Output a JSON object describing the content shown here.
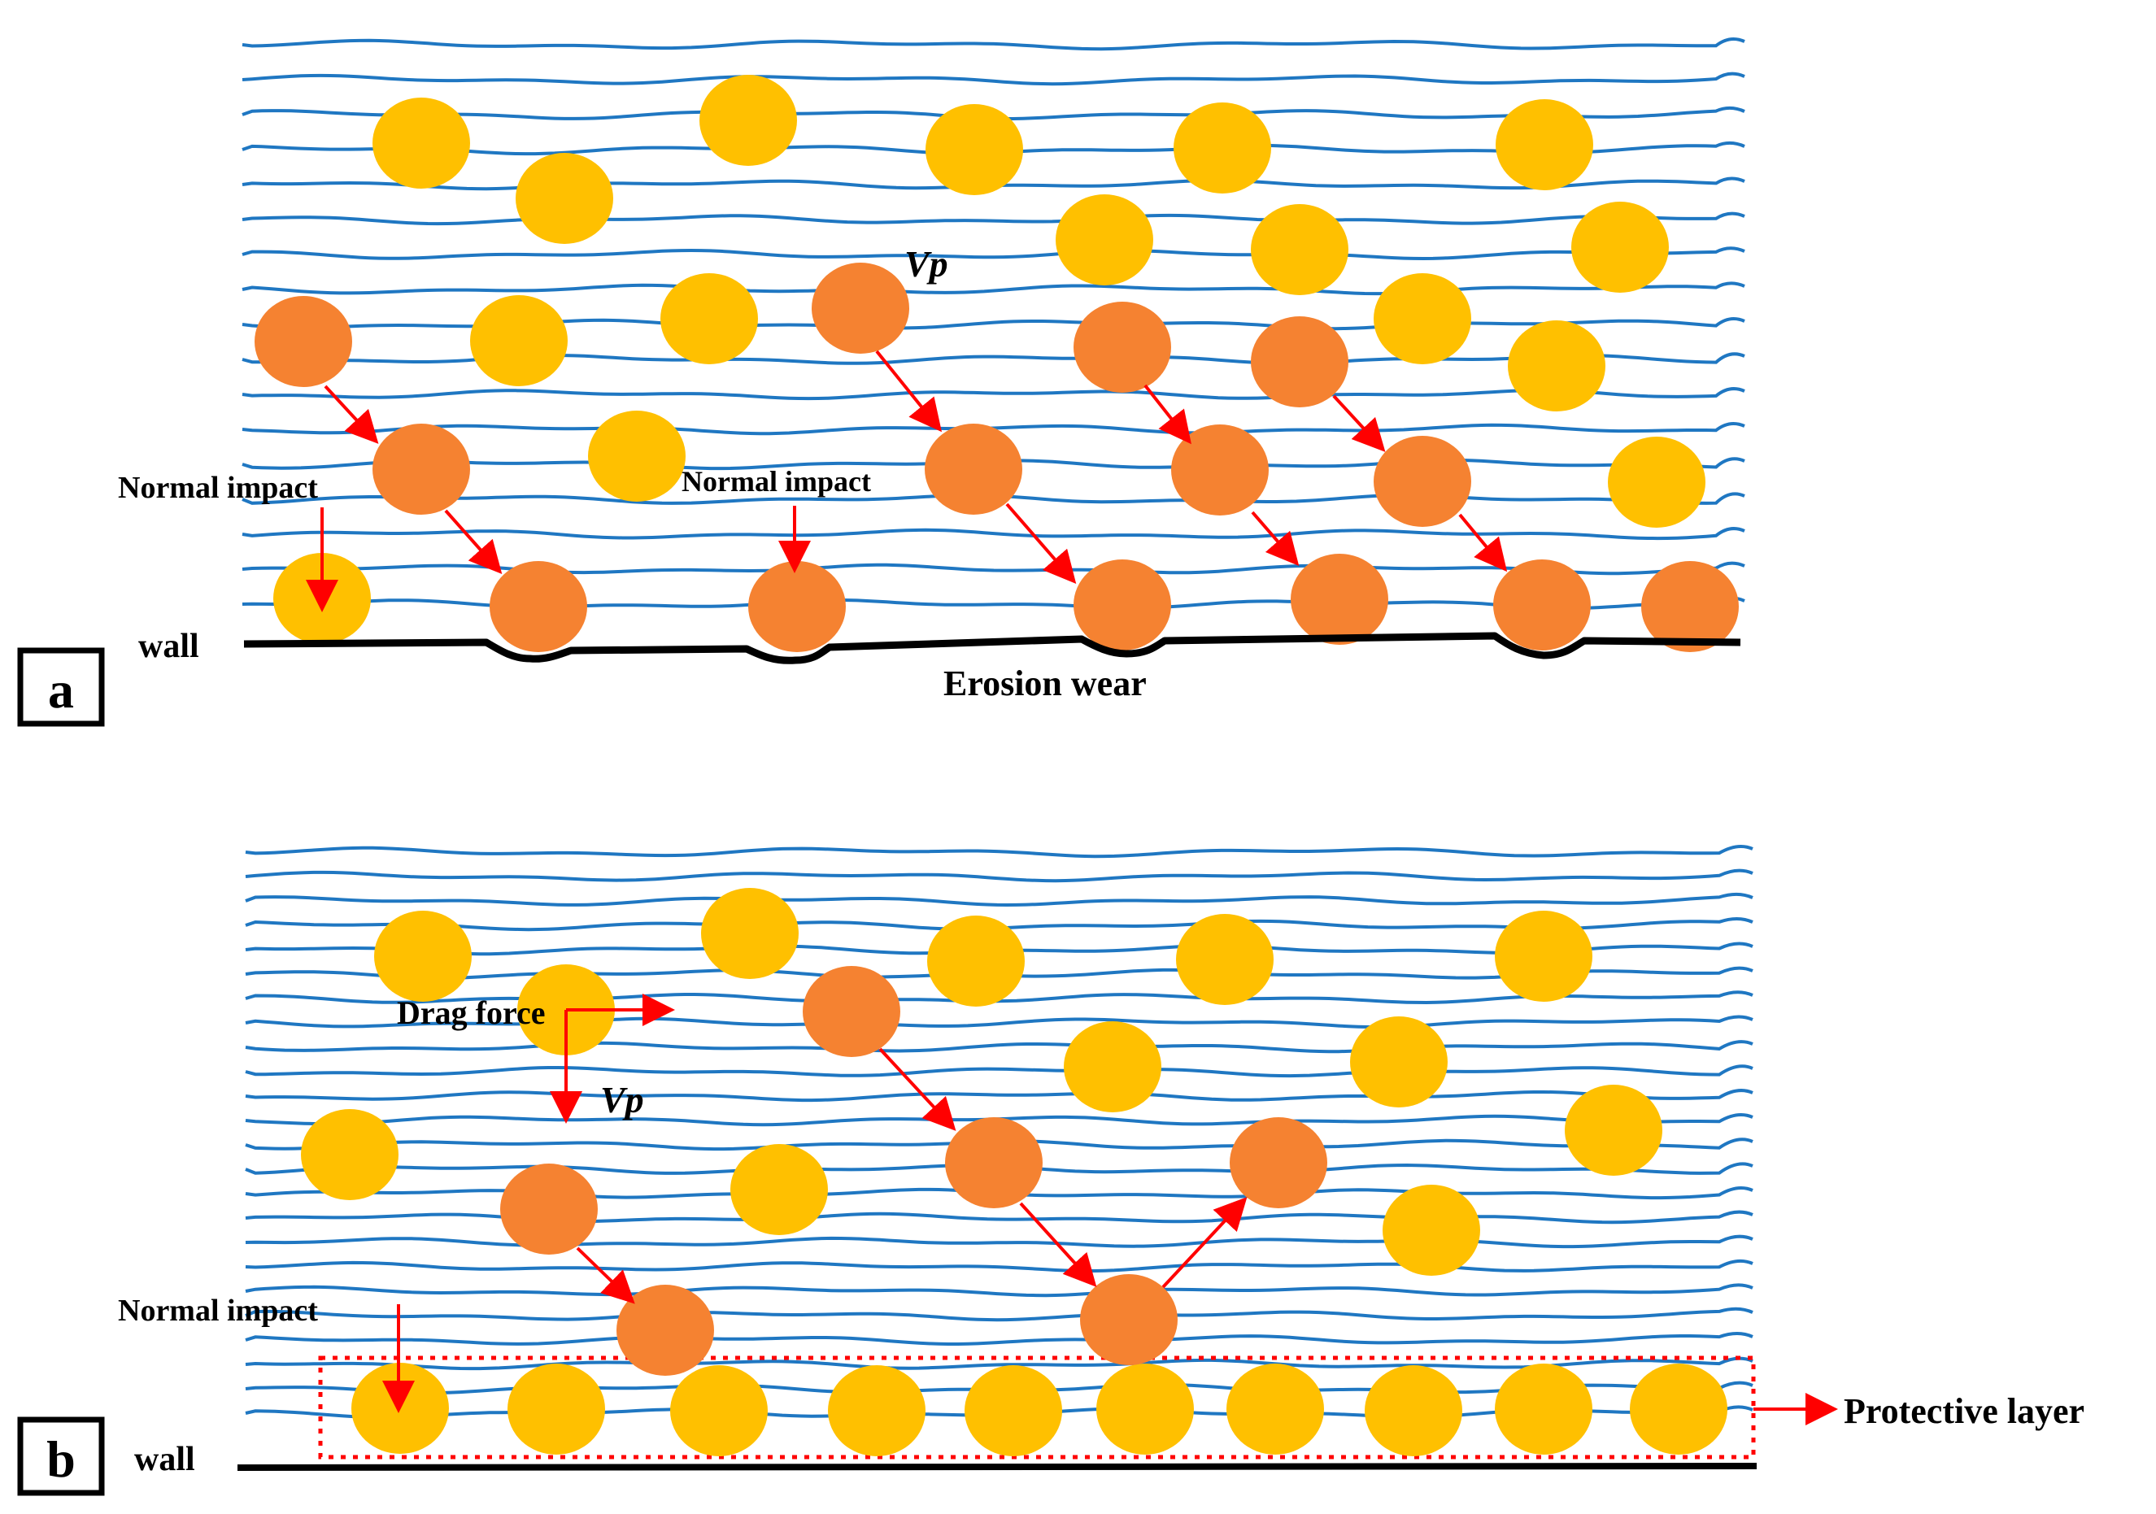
{
  "colors": {
    "flow_line": "#1f77c2",
    "fluid_particle": "#ffc000",
    "impacting_particle": "#f58231",
    "arrow": "#ff0000",
    "wall": "#000000"
  },
  "panels": [
    {
      "letter": "a",
      "labels": {
        "wall": "wall",
        "normal_impact_1": "Normal impact",
        "normal_impact_2": "Normal impact",
        "vp": "Vp",
        "erosion": "Erosion wear"
      }
    },
    {
      "letter": "b",
      "labels": {
        "wall": "wall",
        "normal_impact": "Normal impact",
        "drag": "Drag force",
        "vp": "Vp",
        "protective": "Protective layer"
      }
    }
  ]
}
